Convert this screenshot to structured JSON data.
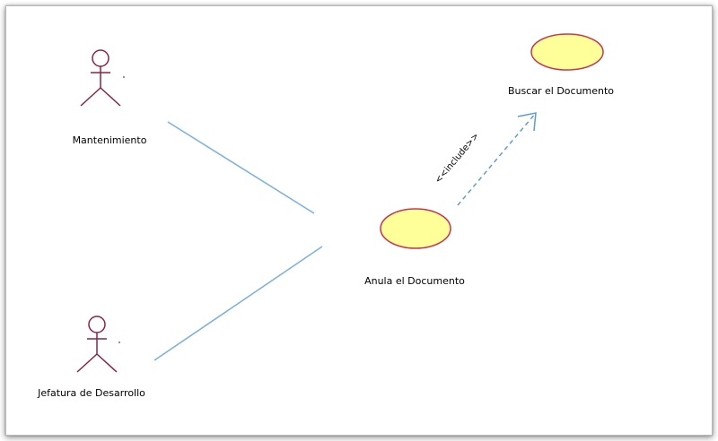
{
  "diagram": {
    "actors": {
      "mantenimiento": {
        "label": "Mantenimiento"
      },
      "jefatura": {
        "label": "Jefatura de Desarrollo"
      }
    },
    "use_cases": {
      "anula": {
        "label": "Anula el Documento"
      },
      "buscar": {
        "label": "Buscar el Documento"
      }
    },
    "relationships": {
      "include": {
        "stereotype": "<<include>>"
      }
    },
    "colors": {
      "actor_stroke": "#8b2345",
      "usecase_fill": "#ffff99",
      "usecase_stroke": "#c8364e",
      "association": "#7eb1de",
      "include_line": "#5d9ad8"
    }
  }
}
